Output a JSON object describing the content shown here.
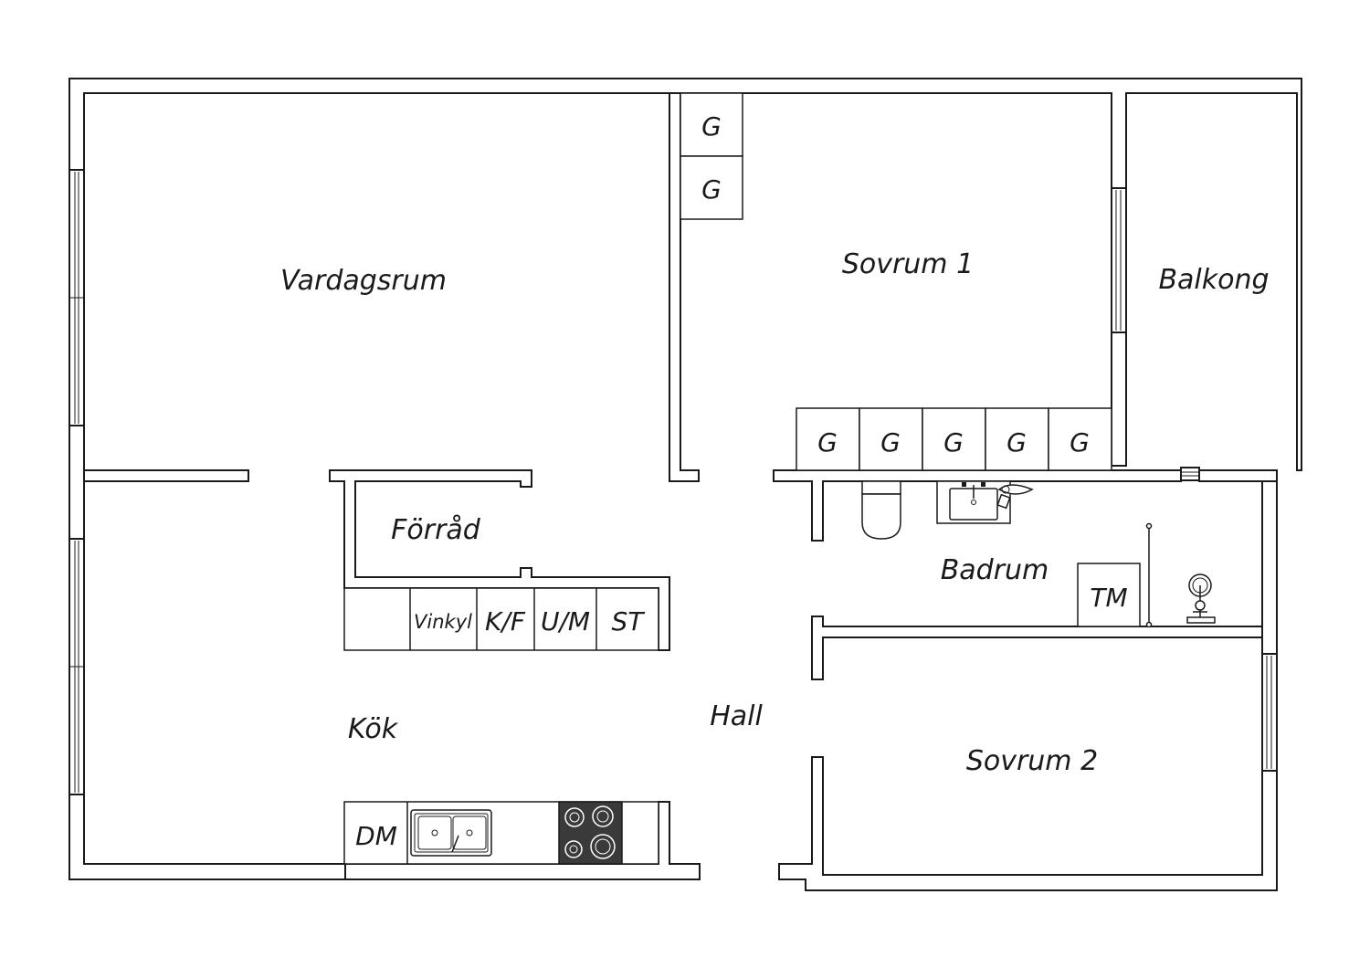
{
  "rooms": {
    "living_room": "Vardagsrum",
    "bedroom_1": "Sovrum 1",
    "balcony": "Balkong",
    "storage": "Förråd",
    "bathroom": "Badrum",
    "kitchen": "Kök",
    "hall": "Hall",
    "bedroom_2": "Sovrum 2"
  },
  "fixtures": {
    "wardrobe": "G",
    "wine_cooler": "Vinkyl",
    "fridge_freezer": "K/F",
    "oven_microwave": "U/M",
    "washer": "ST",
    "dishwasher": "DM",
    "dryer": "TM"
  },
  "colors": {
    "stroke": "#1a1a1a",
    "background": "#ffffff",
    "stove": "#3a3a3a"
  }
}
